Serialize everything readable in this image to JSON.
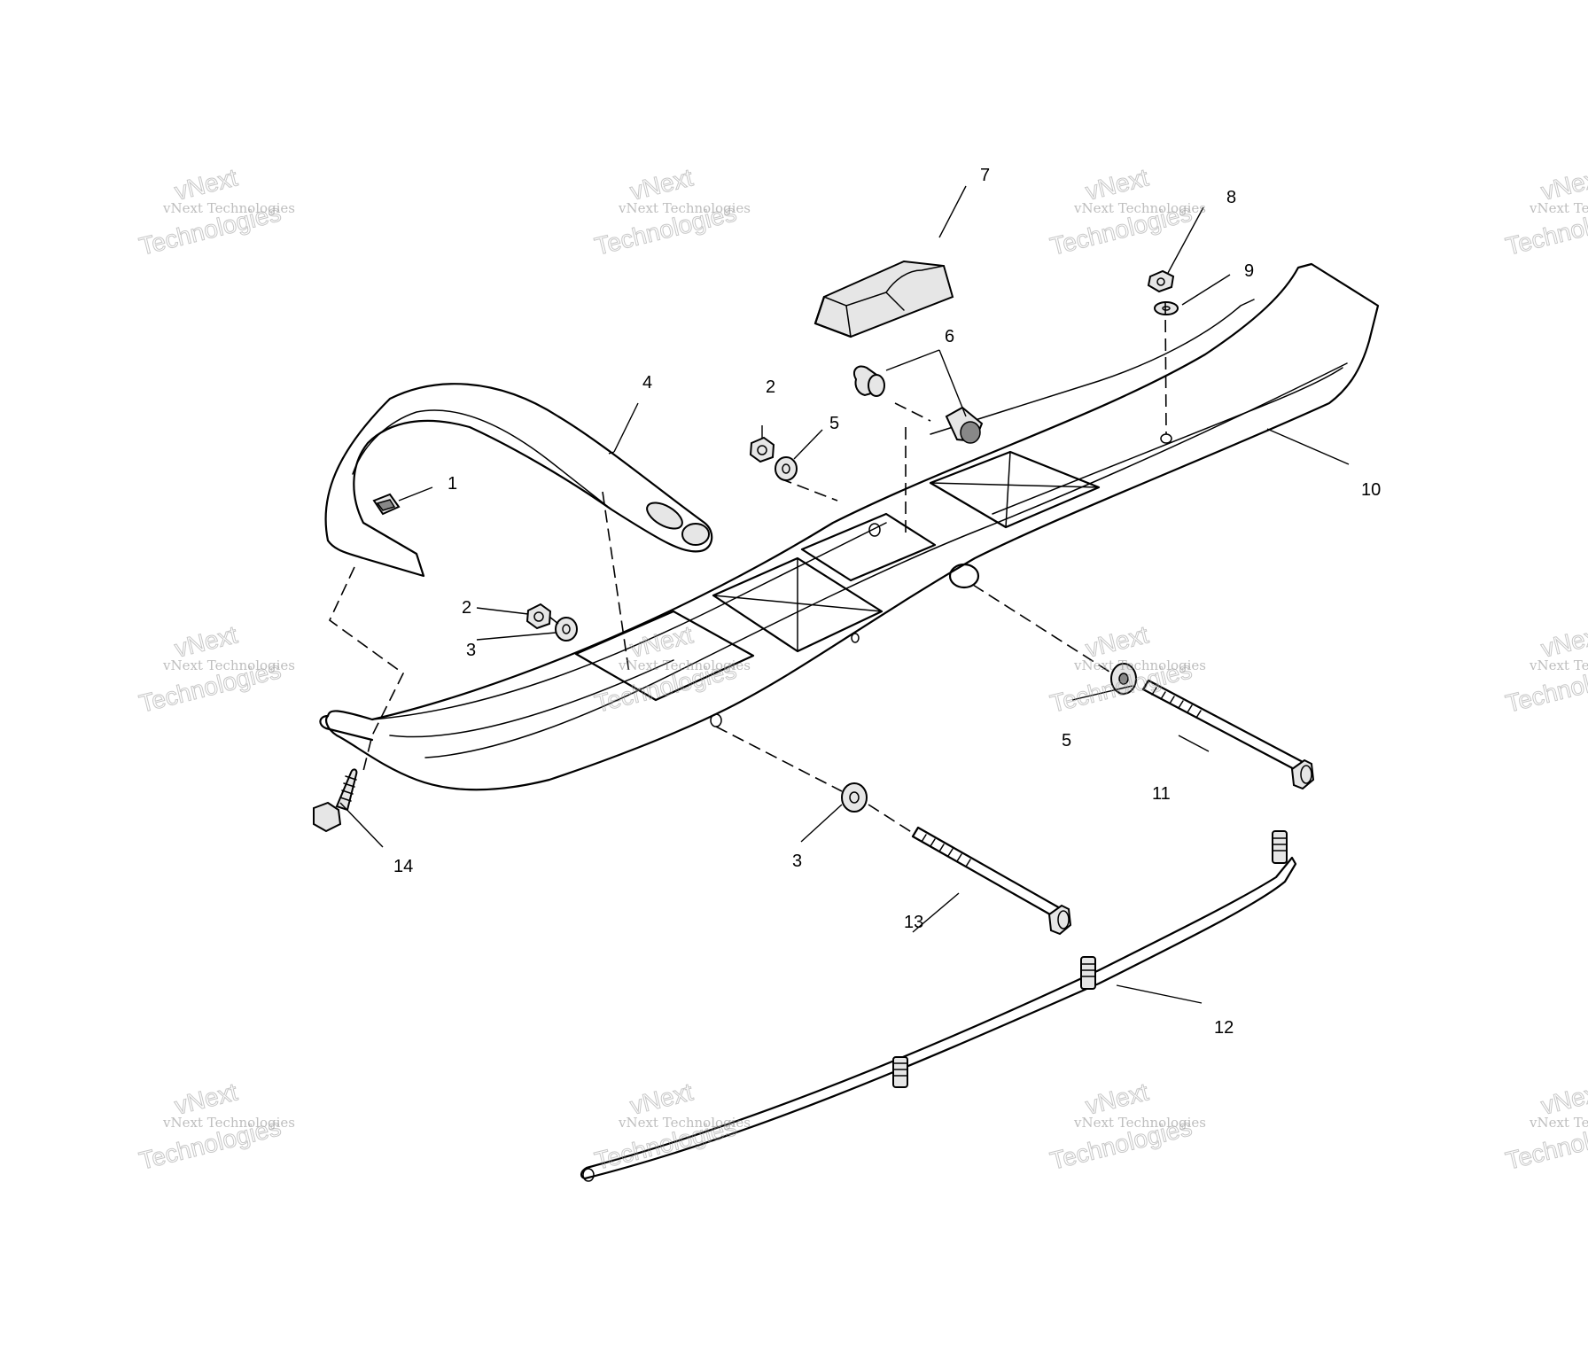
{
  "watermark": {
    "line": "vNext Technologies",
    "logo_line1": "vNext",
    "logo_line2": "Technologies"
  },
  "callouts": [
    "1",
    "2",
    "2",
    "3",
    "3",
    "4",
    "5",
    "5",
    "6",
    "7",
    "8",
    "9",
    "10",
    "11",
    "12",
    "13",
    "14"
  ]
}
